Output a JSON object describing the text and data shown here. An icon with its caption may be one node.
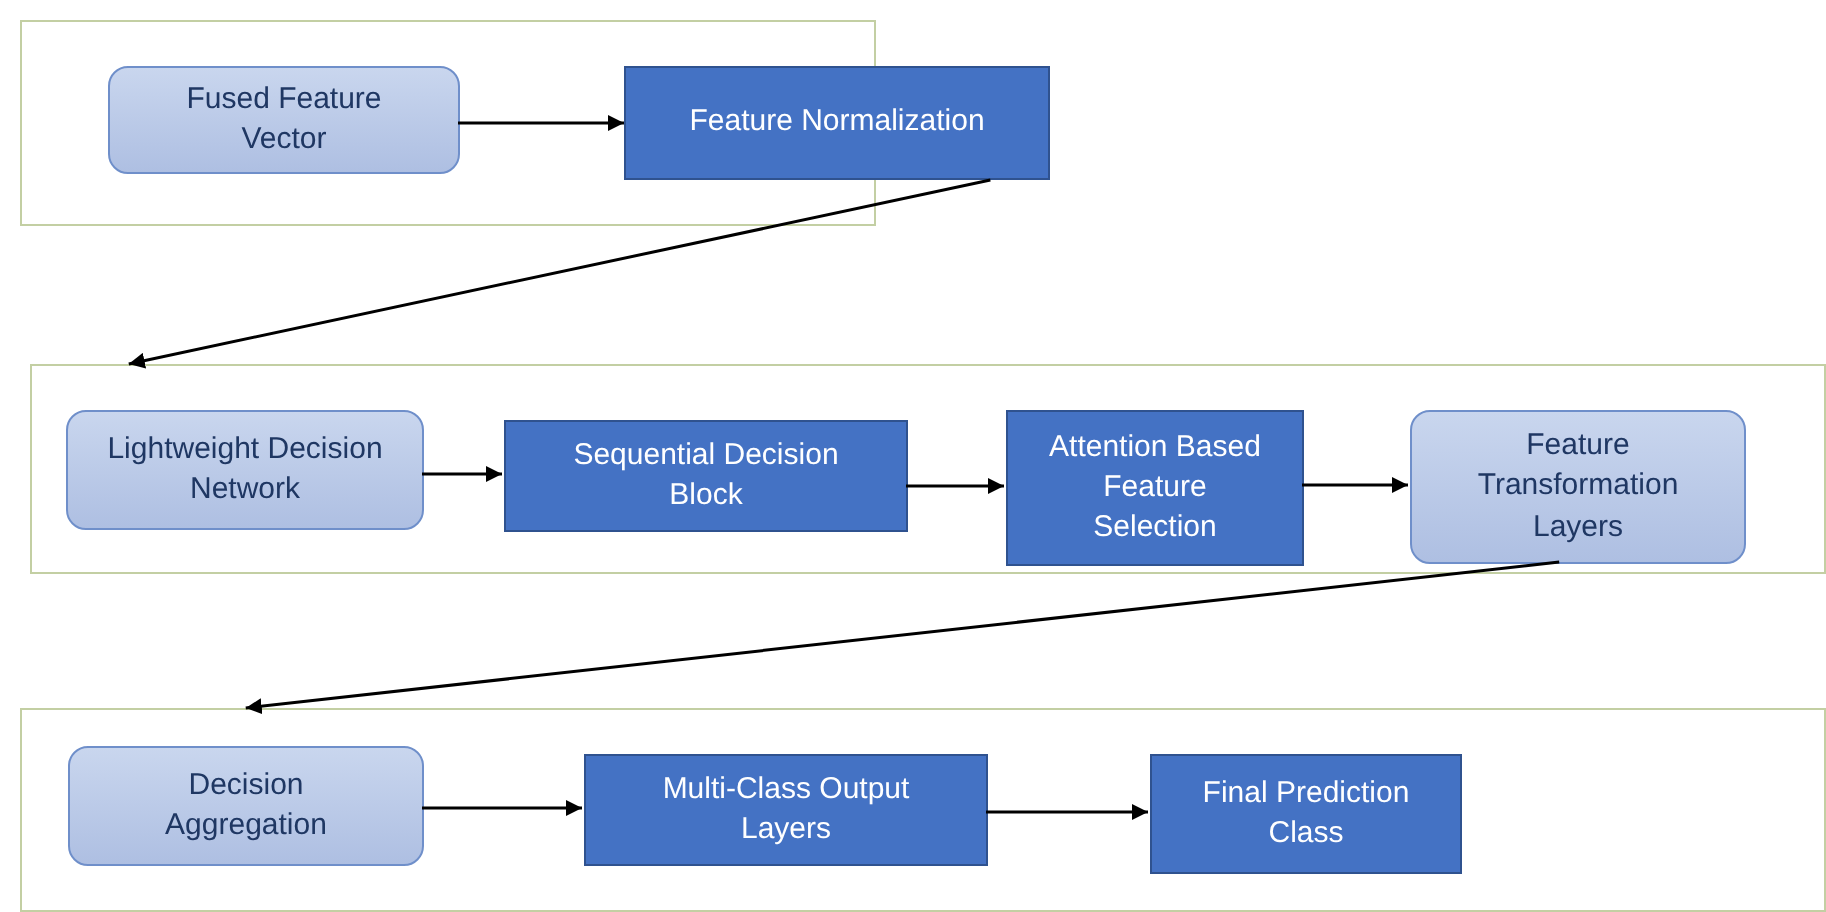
{
  "diagram": {
    "nodes": [
      {
        "text": [],
        "shape": "box"
      },
      {
        "text": [
          "Fused Feature Vector"
        ],
        "in": 0
      },
      {
        "text": [
          "Feature Normalization"
        ]
      },
      {
        "text": [],
        "shape": "box"
      },
      {
        "text": [
          "Lightweight Decision Network"
        ],
        "in": 3
      },
      {
        "text": [
          "Sequential Decision Block"
        ],
        "in": 3
      },
      {
        "text": [
          "Attention Based Feature Selection"
        ],
        "in": 3
      },
      {
        "text": [
          "Feature Transformation Layers"
        ],
        "in": 3
      },
      {
        "text": [],
        "shape": "box"
      },
      {
        "text": [
          "Decision Aggregation"
        ],
        "in": 8
      },
      {
        "text": [
          "Multi-Class Output Layers"
        ],
        "in": 8
      },
      {
        "text": [
          "Final Prediction Class"
        ],
        "in": 8
      }
    ],
    "edges": [
      {
        "from": 1,
        "to": 2,
        "arrow": "to"
      },
      {
        "from": 2,
        "to": 3,
        "arrow": "to"
      },
      {
        "from": 4,
        "to": 5,
        "arrow": "to"
      },
      {
        "from": 5,
        "to": 6,
        "arrow": "to"
      },
      {
        "from": 6,
        "to": 7,
        "arrow": "to"
      },
      {
        "from": 7,
        "to": 8,
        "arrow": "to"
      },
      {
        "from": 9,
        "to": 10,
        "arrow": "to"
      },
      {
        "from": 10,
        "to": 11,
        "arrow": "to"
      }
    ]
  }
}
